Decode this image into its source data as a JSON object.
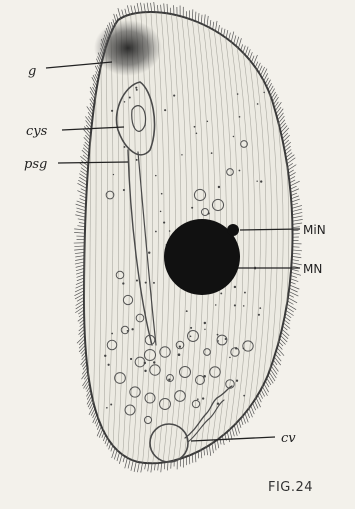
{
  "labels": {
    "g": "g",
    "cys": "cys",
    "psg": "psg",
    "min": "MiN",
    "mn": "MN",
    "cv": "cv"
  },
  "caption": "FIG.24",
  "colors": {
    "paper": "#f3f1eb",
    "ink": "#3a3a3a",
    "nucleus": "#111111"
  }
}
